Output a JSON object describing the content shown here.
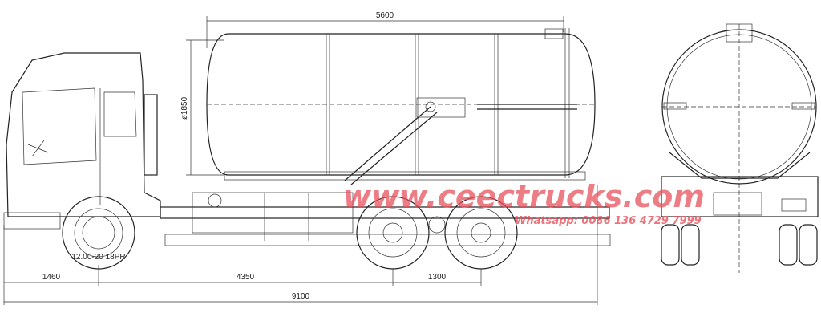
{
  "dimensions": {
    "tank_length": "5600",
    "tank_diameter": "ø1850",
    "front_overhang": "1460",
    "wheelbase": "4350",
    "rear_axle_spacing": "1300",
    "overall_length": "9100"
  },
  "tire_label": "12.00-20 18PR",
  "watermark": {
    "site": "www.ceectrucks.com",
    "contact": "Whatsapp: 0086 136 4729 7999",
    "color": "#e8505b"
  }
}
